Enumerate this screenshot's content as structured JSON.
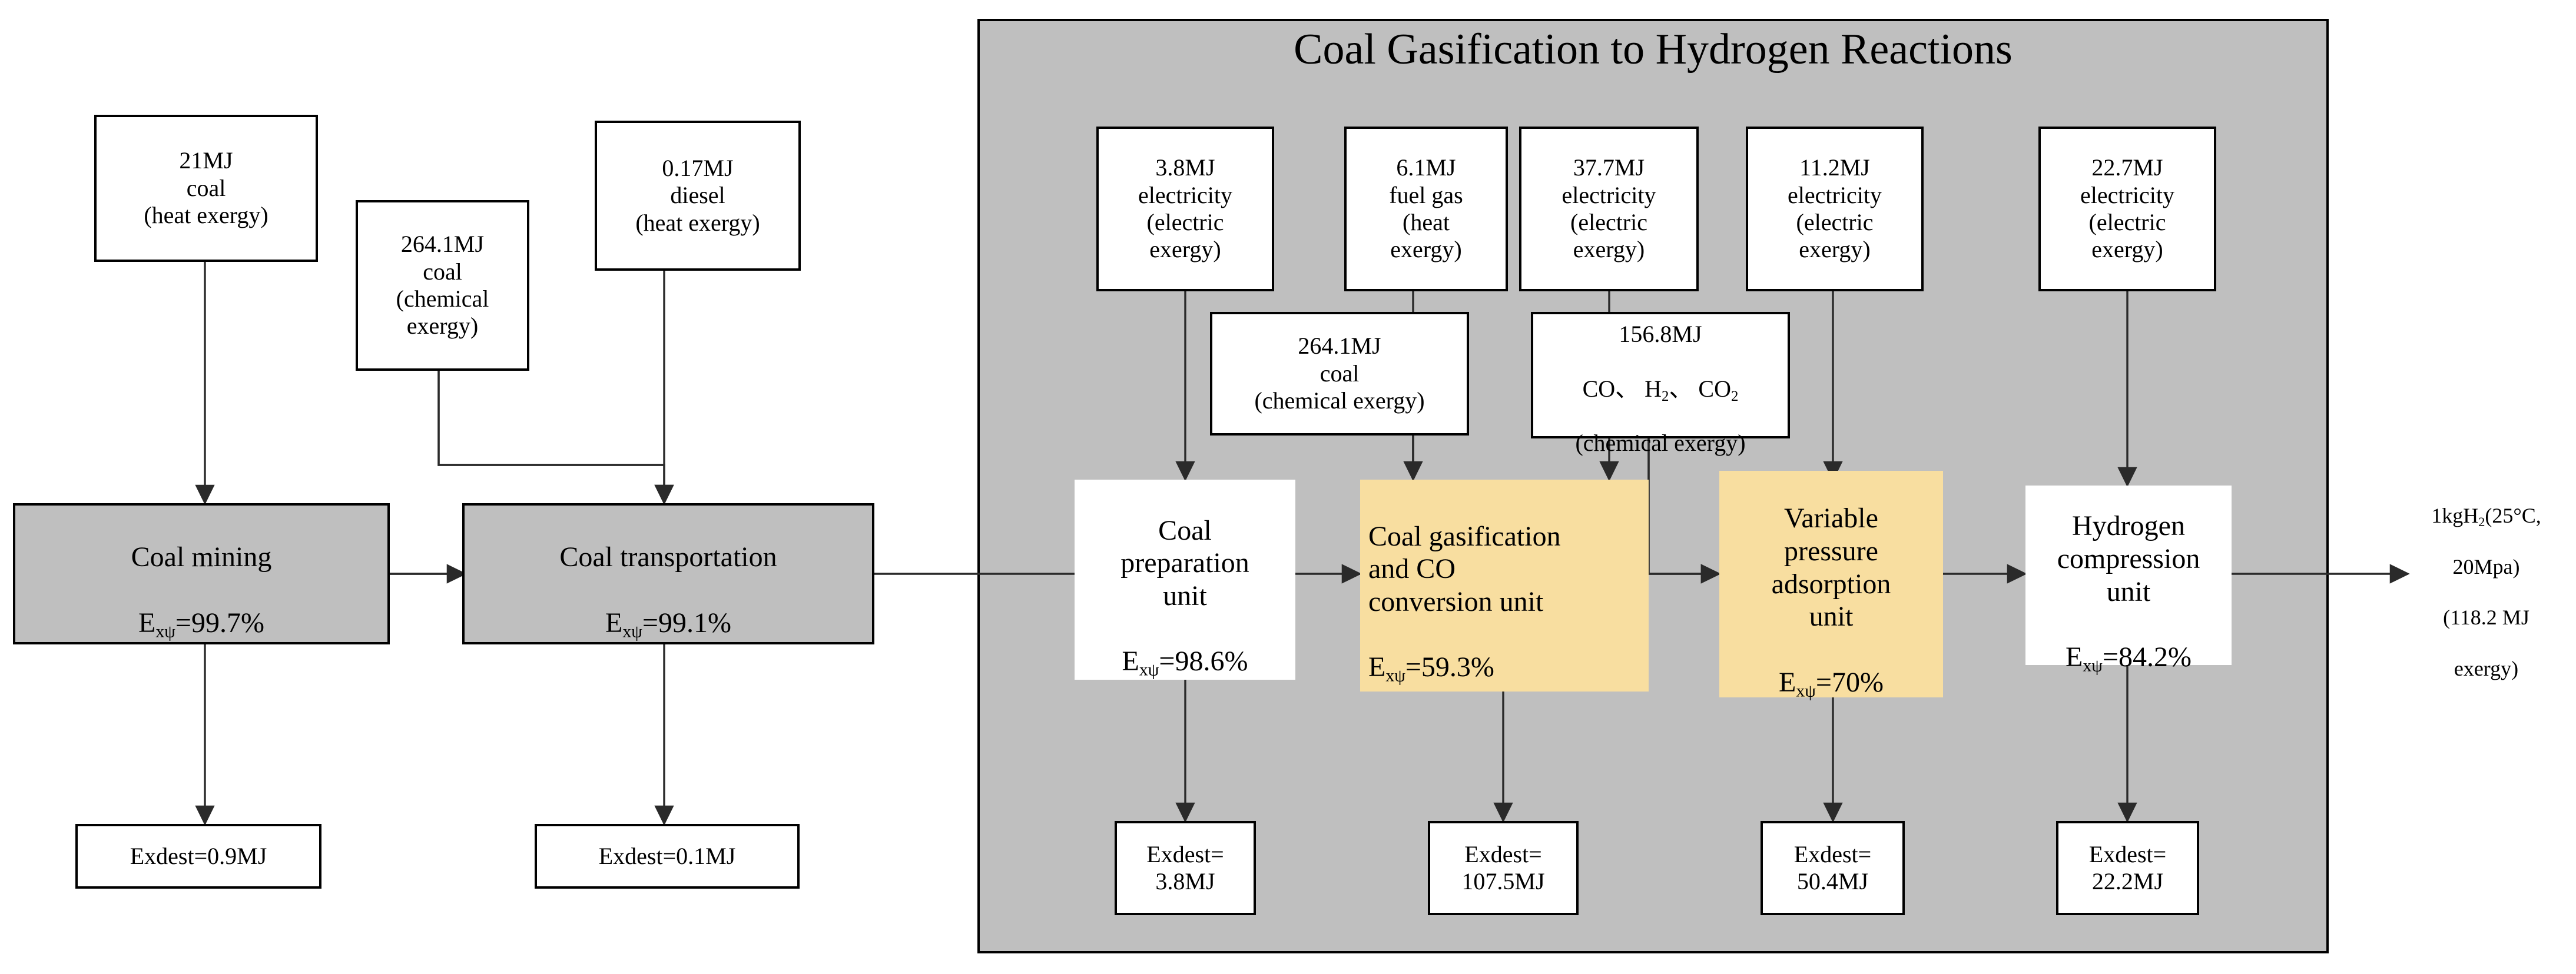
{
  "panel": {
    "title": "Coal Gasification to Hydrogen Reactions",
    "fill": "#bfbfbf",
    "border": "#000000"
  },
  "colors": {
    "process_gray": "#bfbfbf",
    "process_yellow": "#f8dea0",
    "process_white": "#ffffff",
    "stroke": "#000000",
    "background": "#ffffff"
  },
  "inputs": {
    "coal_heat": "21MJ\ncoal\n(heat exergy)",
    "coal_chem_mining": "264.1MJ\ncoal\n(chemical\nexergy)",
    "diesel": "0.17MJ\ndiesel\n(heat exergy)",
    "electricity_3_8": "3.8MJ\nelectricity\n(electric\nexergy)",
    "fuel_gas_6_1": "6.1MJ\nfuel gas\n(heat\nexergy)",
    "electricity_37_7": "37.7MJ\nelectricity\n(electric\nexergy)",
    "electricity_11_2": "11.2MJ\nelectricity\n(electric\nexergy)",
    "electricity_22_7": "22.7MJ\nelectricity\n(electric\nexergy)",
    "coal_chem_prep": "264.1MJ\ncoal\n(chemical exergy)",
    "syngas_156_8_line1": "156.8MJ",
    "syngas_156_8_line3": "(chemical exergy)"
  },
  "processes": {
    "coal_mining": {
      "name": "Coal mining",
      "efficiency": "=99.7%",
      "symbol": "E",
      "sub": "xψ"
    },
    "coal_transportation": {
      "name": "Coal transportation",
      "efficiency": "=99.1%",
      "symbol": "E",
      "sub": "xψ"
    },
    "coal_preparation": {
      "name": "Coal\npreparation\nunit",
      "efficiency": "=98.6%",
      "symbol": "E",
      "sub": "xψ"
    },
    "coal_gasification": {
      "name": "Coal  gasification\nand CO\nconversion unit",
      "efficiency": "=59.3%",
      "symbol": "E",
      "sub": "xψ"
    },
    "variable_pressure_adsorption": {
      "name": "Variable\npressure\nadsorption\nunit",
      "efficiency": "=70%",
      "symbol": "E",
      "sub": "xψ"
    },
    "hydrogen_compression": {
      "name": "Hydrogen\ncompression\nunit",
      "efficiency": "=84.2%",
      "symbol": "E",
      "sub": "xψ"
    }
  },
  "destructions": {
    "mining": "Exdest=0.9MJ",
    "transportation": "Exdest=0.1MJ",
    "preparation": "Exdest=\n3.8MJ",
    "gasification": "Exdest=\n107.5MJ",
    "adsorption": "Exdest=\n50.4MJ",
    "compression": "Exdest=\n22.2MJ"
  },
  "output": {
    "line1_pre": "1kgH",
    "line1_sub": "2",
    "line1_post": "(25°C,",
    "line2": "20Mpa)",
    "line3": "(118.2 MJ",
    "line4": "exergy)"
  },
  "chart_data": {
    "type": "diagram",
    "title": "Coal Gasification to Hydrogen Reactions",
    "stages": [
      {
        "name": "Coal mining",
        "exergy_efficiency_pct": 99.7,
        "exergy_destroyed_MJ": 0.9,
        "fill": "#bfbfbf",
        "inputs": [
          {
            "value_MJ": 21,
            "stream": "coal",
            "exergy_type": "heat exergy"
          }
        ]
      },
      {
        "name": "Coal transportation",
        "exergy_efficiency_pct": 99.1,
        "exergy_destroyed_MJ": 0.1,
        "fill": "#bfbfbf",
        "inputs": [
          {
            "value_MJ": 264.1,
            "stream": "coal",
            "exergy_type": "chemical exergy"
          },
          {
            "value_MJ": 0.17,
            "stream": "diesel",
            "exergy_type": "heat exergy"
          }
        ]
      },
      {
        "name": "Coal preparation unit",
        "exergy_efficiency_pct": 98.6,
        "exergy_destroyed_MJ": 3.8,
        "fill": "#ffffff",
        "inputs": [
          {
            "value_MJ": 3.8,
            "stream": "electricity",
            "exergy_type": "electric exergy"
          }
        ]
      },
      {
        "name": "Coal gasification and CO conversion unit",
        "exergy_efficiency_pct": 59.3,
        "exergy_destroyed_MJ": 107.5,
        "fill": "#f8dea0",
        "inputs": [
          {
            "value_MJ": 264.1,
            "stream": "coal",
            "exergy_type": "chemical exergy"
          },
          {
            "value_MJ": 6.1,
            "stream": "fuel gas",
            "exergy_type": "heat exergy"
          },
          {
            "value_MJ": 37.7,
            "stream": "electricity",
            "exergy_type": "electric exergy"
          }
        ]
      },
      {
        "name": "Variable pressure adsorption unit",
        "exergy_efficiency_pct": 70,
        "exergy_destroyed_MJ": 50.4,
        "fill": "#f8dea0",
        "inputs": [
          {
            "value_MJ": 156.8,
            "stream": "CO、H2、CO2",
            "exergy_type": "chemical exergy"
          },
          {
            "value_MJ": 11.2,
            "stream": "electricity",
            "exergy_type": "electric exergy"
          }
        ]
      },
      {
        "name": "Hydrogen compression unit",
        "exergy_efficiency_pct": 84.2,
        "exergy_destroyed_MJ": 22.2,
        "fill": "#ffffff",
        "inputs": [
          {
            "value_MJ": 22.7,
            "stream": "electricity",
            "exergy_type": "electric exergy"
          }
        ]
      }
    ],
    "final_output": {
      "mass_kg": 1,
      "species": "H2",
      "temperature_C": 25,
      "pressure_MPa": 20,
      "exergy_MJ": 118.2
    }
  }
}
